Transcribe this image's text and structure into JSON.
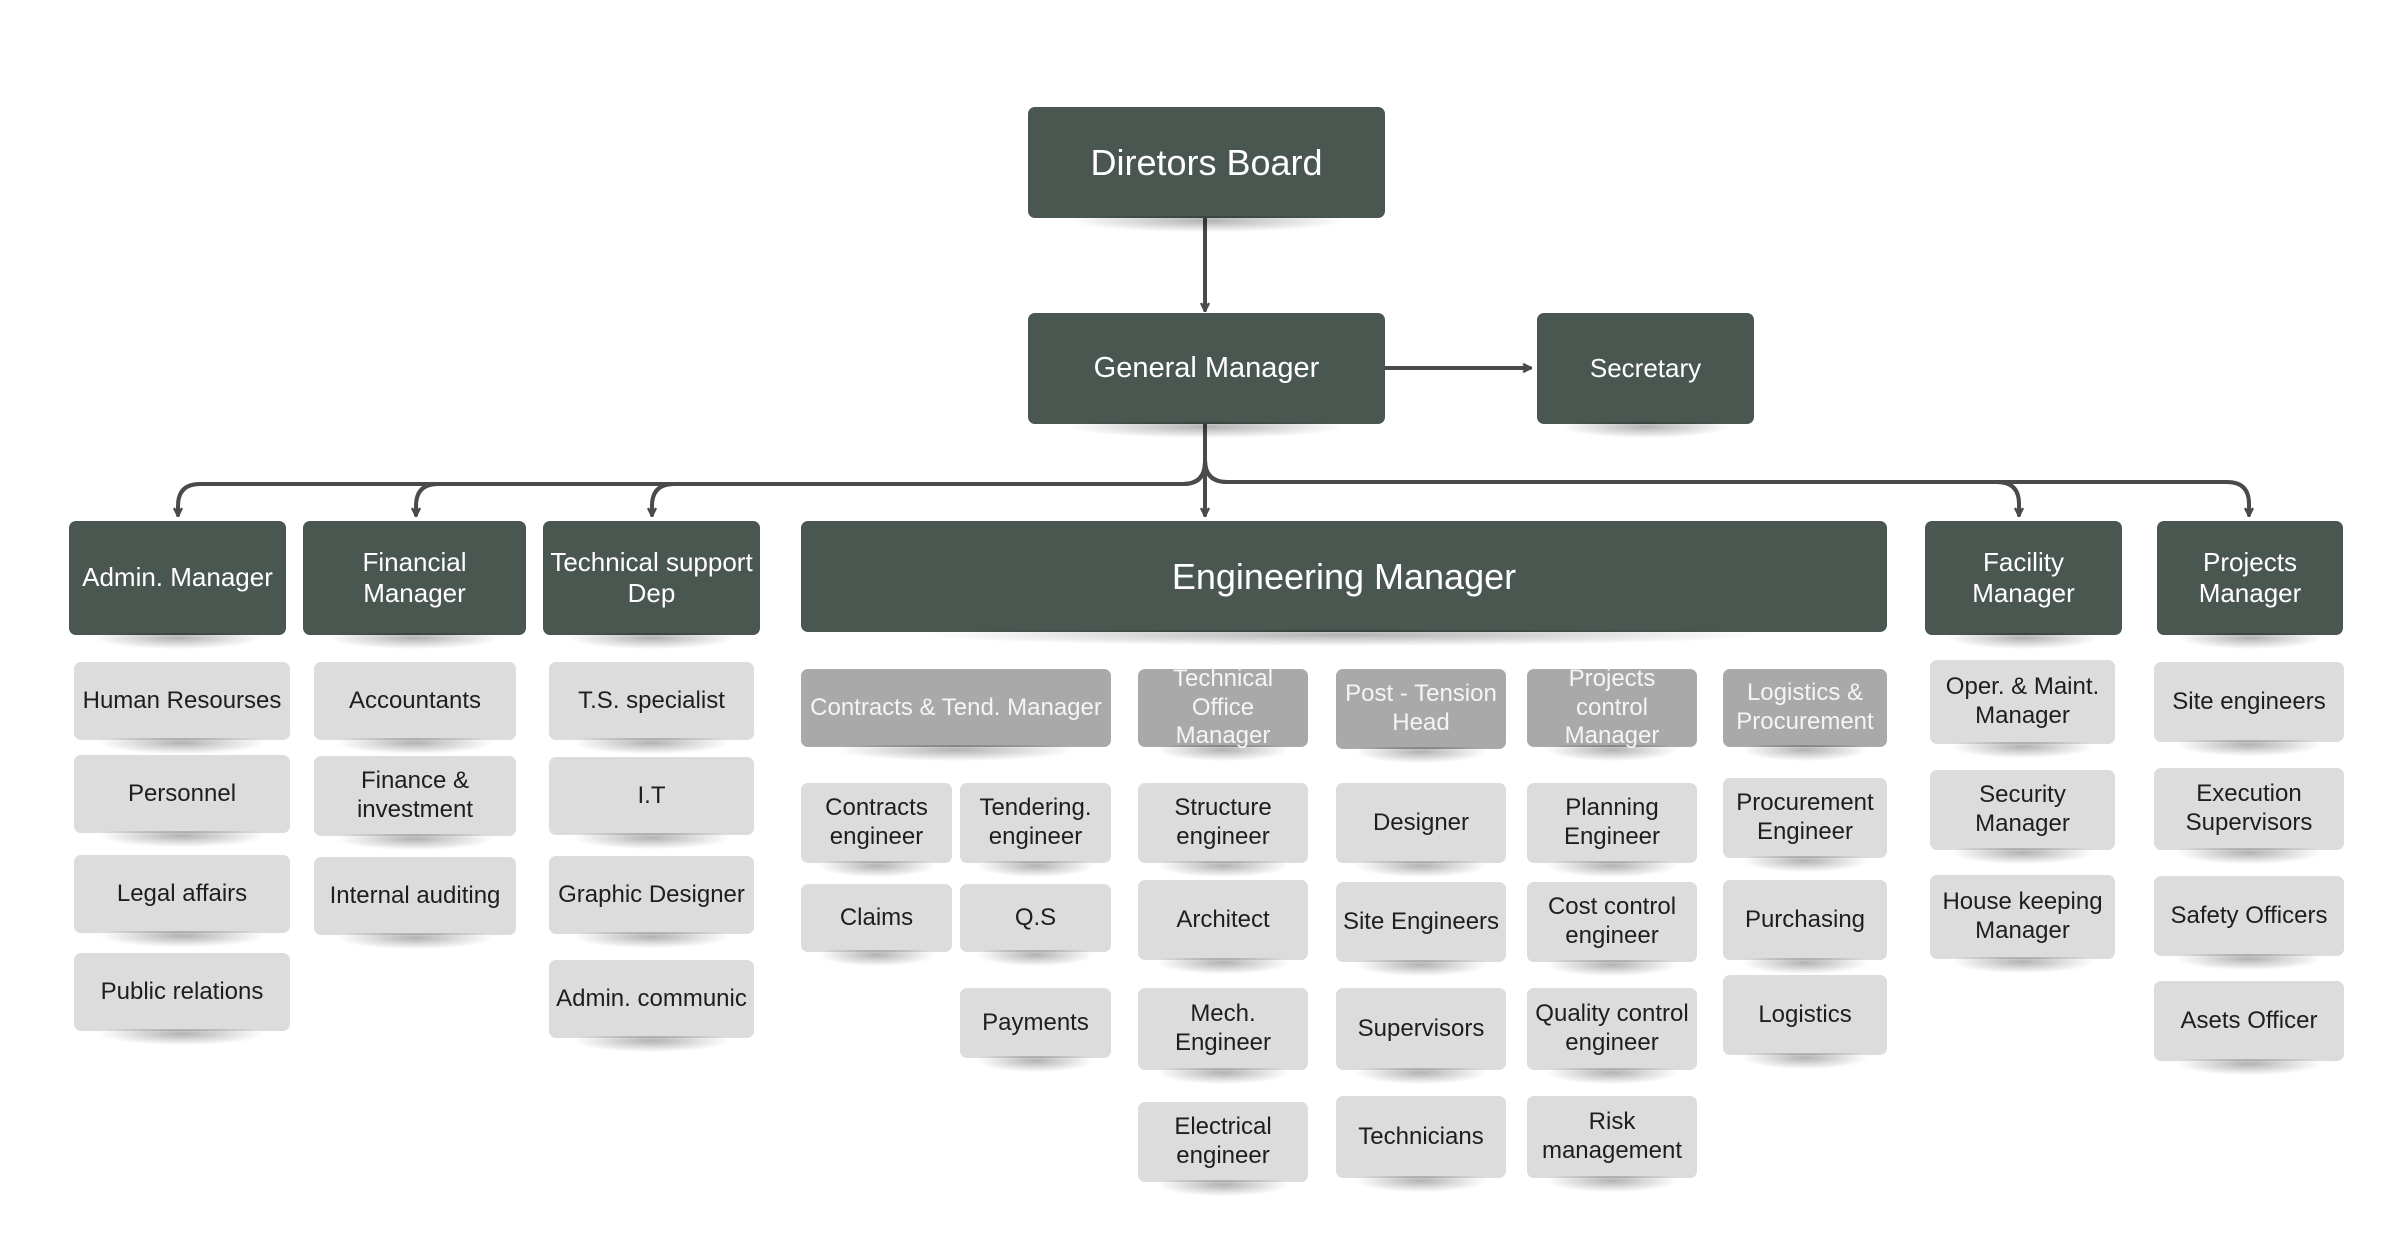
{
  "colors": {
    "dark_box": "#4a5751",
    "mid_box": "#a9a9a9",
    "light_box": "#dcdcdc",
    "connector": "#4a4a4a"
  },
  "top": {
    "board": "Diretors Board",
    "general_manager": "General Manager",
    "secretary": "Secretary"
  },
  "departments": {
    "admin": {
      "title": "Admin. Manager",
      "items": [
        "Human Resourses",
        "Personnel",
        "Legal affairs",
        "Public relations"
      ]
    },
    "financial": {
      "title": "Financial Manager",
      "items": [
        "Accountants",
        "Finance &\ninvestment",
        "Internal auditing"
      ]
    },
    "technical_support": {
      "title": "Technical support\nDep",
      "items": [
        "T.S. specialist",
        "I.T",
        "Graphic Designer",
        "Admin. communic"
      ]
    },
    "engineering": {
      "title": "Engineering Manager",
      "contracts": {
        "title": "Contracts & Tend. Manager",
        "items": [
          "Contracts\nengineer",
          "Tendering.\nengineer",
          "Claims",
          "Q.S",
          "Payments"
        ]
      },
      "technical_office": {
        "title": "Technical Office\nManager",
        "items": [
          "Structure\nengineer",
          "Architect",
          "Mech. Engineer",
          "Electrical\nengineer"
        ]
      },
      "post_tension": {
        "title": "Post - Tension\nHead",
        "items": [
          "Designer",
          "Site Engineers",
          "Supervisors",
          "Technicians"
        ]
      },
      "projects_control": {
        "title": "Projects control\nManager",
        "items": [
          "Planning\nEngineer",
          "Cost control\nengineer",
          "Quality control\nengineer",
          "Risk\nmanagement"
        ]
      },
      "logistics": {
        "title": "Logistics &\nProcurement",
        "items": [
          "Procurement\nEngineer",
          "Purchasing",
          "Logistics"
        ]
      }
    },
    "facility": {
      "title": "Facility Manager",
      "items": [
        "Oper. & Maint.\nManager",
        "Security Manager",
        "House keeping\nManager"
      ]
    },
    "projects": {
      "title": "Projects\nManager",
      "items": [
        "Site engineers",
        "Execution\nSupervisors",
        "Safety Officers",
        "Asets Officer"
      ]
    }
  }
}
